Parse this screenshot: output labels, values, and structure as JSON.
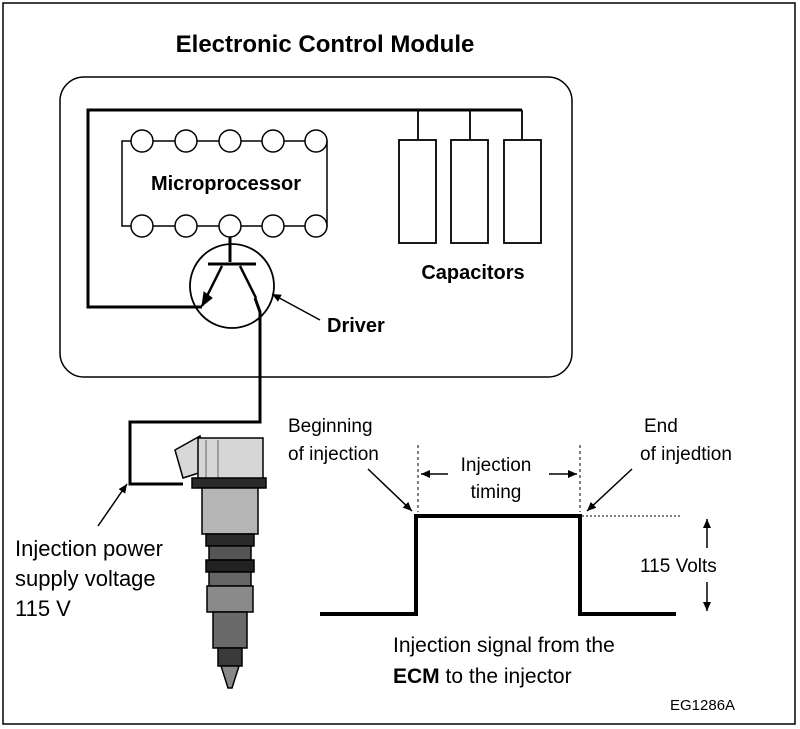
{
  "title": "Electronic Control Module",
  "ecm": {
    "microprocessor_label": "Microprocessor",
    "capacitors_label": "Capacitors",
    "driver_label": "Driver"
  },
  "supply": {
    "line1": "Injection power",
    "line2": "supply voltage",
    "line3": "115 V"
  },
  "waveform": {
    "beginning_line1": "Beginning",
    "beginning_line2": "of injection",
    "timing_line1": "Injection",
    "timing_line2": "timing",
    "end_line1": "End",
    "end_line2": "of injedtion",
    "voltage_label": "115 Volts",
    "caption_line1": "Injection signal from the",
    "caption_bold": "ECM",
    "caption_line2_rest": " to the injector"
  },
  "figure_code": "EG1286A"
}
